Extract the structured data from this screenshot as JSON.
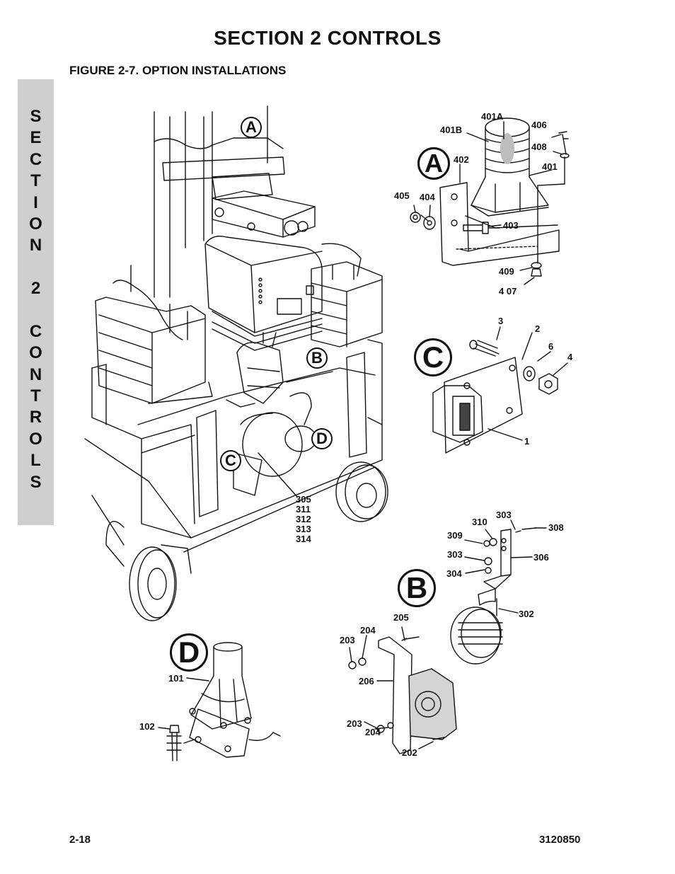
{
  "header": {
    "section_title": "SECTION 2   CONTROLS",
    "figure_title": "FIGURE 2-7.    OPTION INSTALLATIONS"
  },
  "side_tab": {
    "letters": [
      "S",
      "E",
      "C",
      "T",
      "I",
      "O",
      "N",
      " ",
      "2",
      " ",
      "C",
      "O",
      "N",
      "T",
      "R",
      "O",
      "L",
      "S"
    ]
  },
  "callouts": {
    "A_main": "A",
    "B_main": "B",
    "C_main": "C",
    "D_main": "D",
    "A_detail": "A",
    "B_detail": "B",
    "C_detail": "C",
    "D_detail": "D"
  },
  "detail_a": {
    "p401A": "401A",
    "p401B": "401B",
    "p406": "406",
    "p408": "408",
    "p401": "401",
    "p402": "402",
    "p405": "405",
    "p404": "404",
    "p403": "403",
    "p409": "409",
    "p407": "4 07"
  },
  "detail_c": {
    "p3": "3",
    "p2": "2",
    "p6": "6",
    "p4": "4",
    "p1": "1"
  },
  "main_labels": {
    "stack": [
      "305",
      "311",
      "312",
      "313",
      "314"
    ]
  },
  "detail_b": {
    "p310": "310",
    "p303a": "303",
    "p308": "308",
    "p309": "309",
    "p303b": "303",
    "p306": "306",
    "p304": "304",
    "p302": "302",
    "p205": "205",
    "p204a": "204",
    "p203a": "203",
    "p206": "206",
    "p203b": "203",
    "p204b": "204",
    "p202": "202"
  },
  "detail_d": {
    "p101": "101",
    "p102": "102"
  },
  "footer": {
    "page_number": "2-18",
    "doc_number": "3120850"
  }
}
